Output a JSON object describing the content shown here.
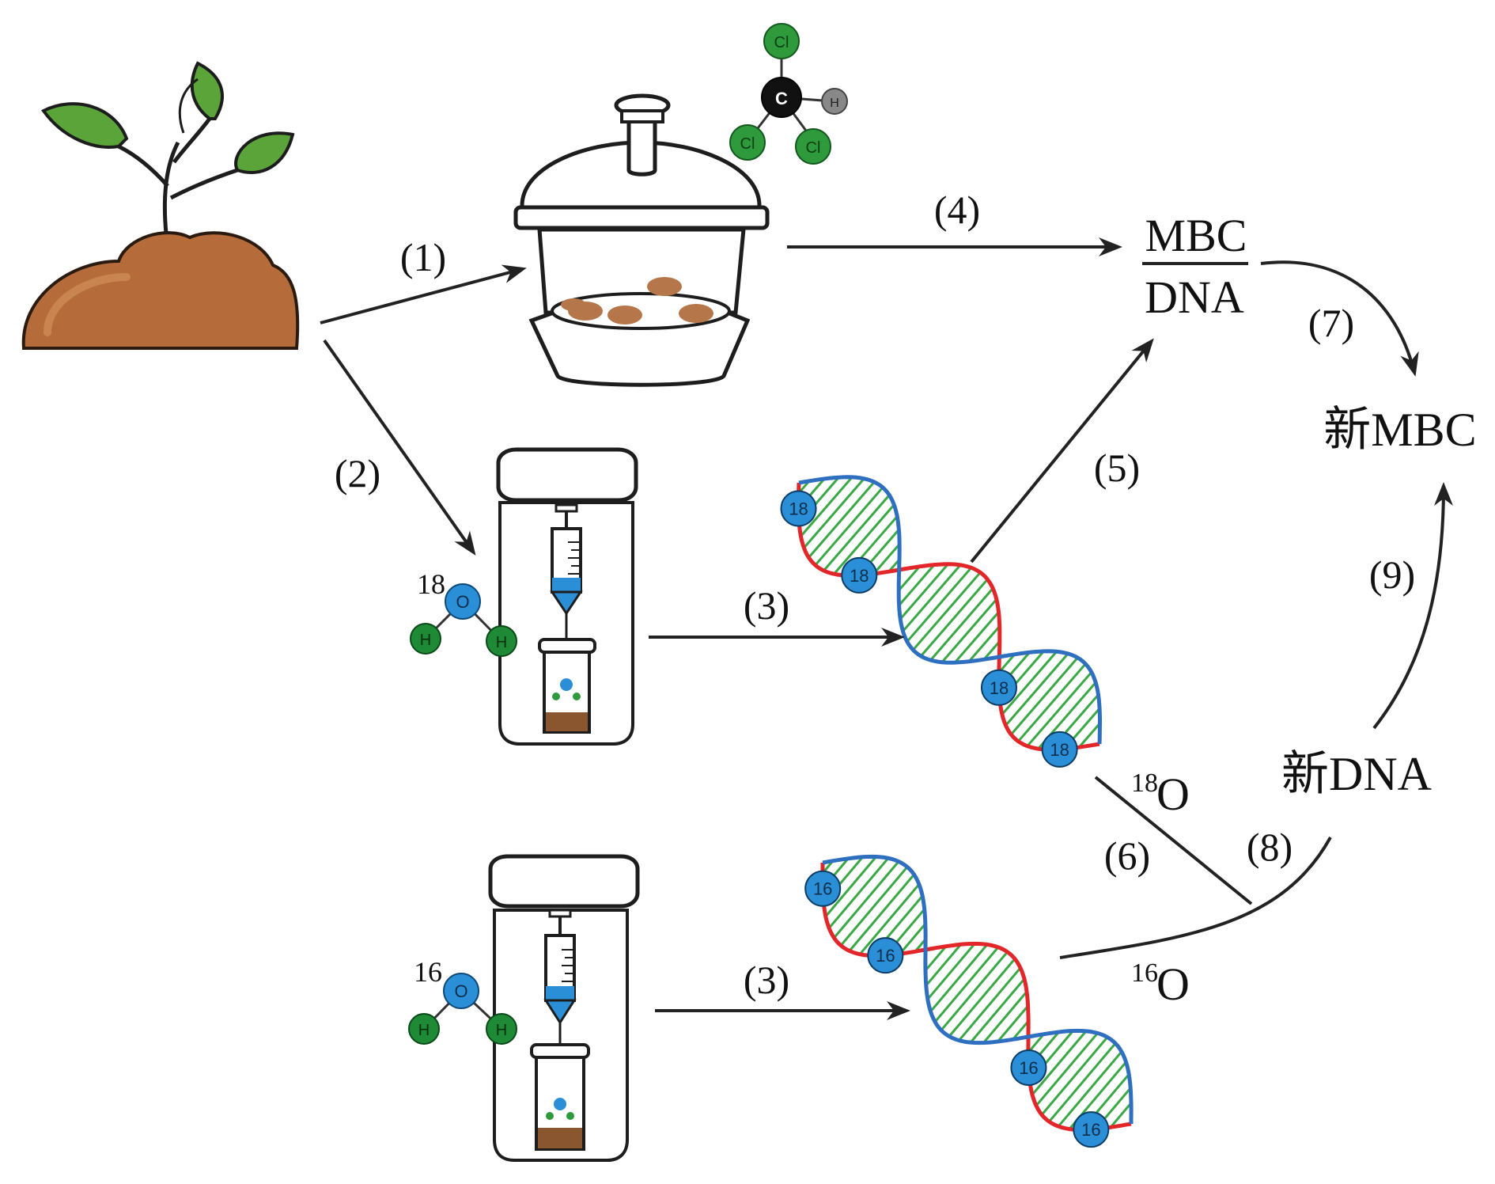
{
  "steps": {
    "s1": "(1)",
    "s2": "(2)",
    "s3a": "(3)",
    "s3b": "(3)",
    "s4": "(4)",
    "s5": "(5)",
    "s6": "(6)",
    "s7": "(7)",
    "s8": "(8)",
    "s9": "(9)"
  },
  "ratio": {
    "numerator": "MBC",
    "denominator": "DNA"
  },
  "new_mbc": "新MBC",
  "new_dna": "新DNA",
  "isotopes": {
    "o18_mass": "18",
    "o18_symbol": "O",
    "o16_mass": "16",
    "o16_symbol": "O"
  },
  "water18": {
    "mass": "18",
    "o": "O",
    "h": "H"
  },
  "water16": {
    "mass": "16",
    "o": "O",
    "h": "H"
  },
  "chloroform": {
    "c": "C",
    "cl": "Cl",
    "h": "H"
  },
  "dna18_label": "18",
  "dna16_label": "16",
  "colors": {
    "arrow": "#222222",
    "leaf": "#5aa43a",
    "soil": "#b56c3a",
    "o_atom": "#2b8fd8",
    "h_atom": "#1f8a36",
    "cl_atom": "#2f9a3c",
    "strand_red": "#e3262a",
    "strand_blue": "#2f6fc0",
    "rung": "#3aa844",
    "isotope_red": "#d4202a"
  }
}
